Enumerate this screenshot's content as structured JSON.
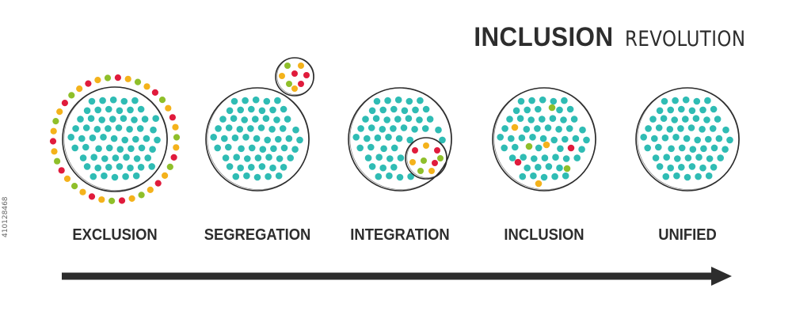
{
  "title": {
    "bold": "INCLUSION",
    "light": "REVOLUTION"
  },
  "stages": [
    {
      "label": "EXCLUSION"
    },
    {
      "label": "SEGREGATION"
    },
    {
      "label": "INTEGRATION"
    },
    {
      "label": "INCLUSION"
    },
    {
      "label": "UNIFIED"
    }
  ],
  "colors": {
    "majority": "#2fbcb4",
    "red": "#e01b3c",
    "yellow": "#f4b21b",
    "green": "#8fbf2a",
    "outline": "#2b2b2b",
    "arrow": "#2d2d2d"
  },
  "side_text": "410128468"
}
